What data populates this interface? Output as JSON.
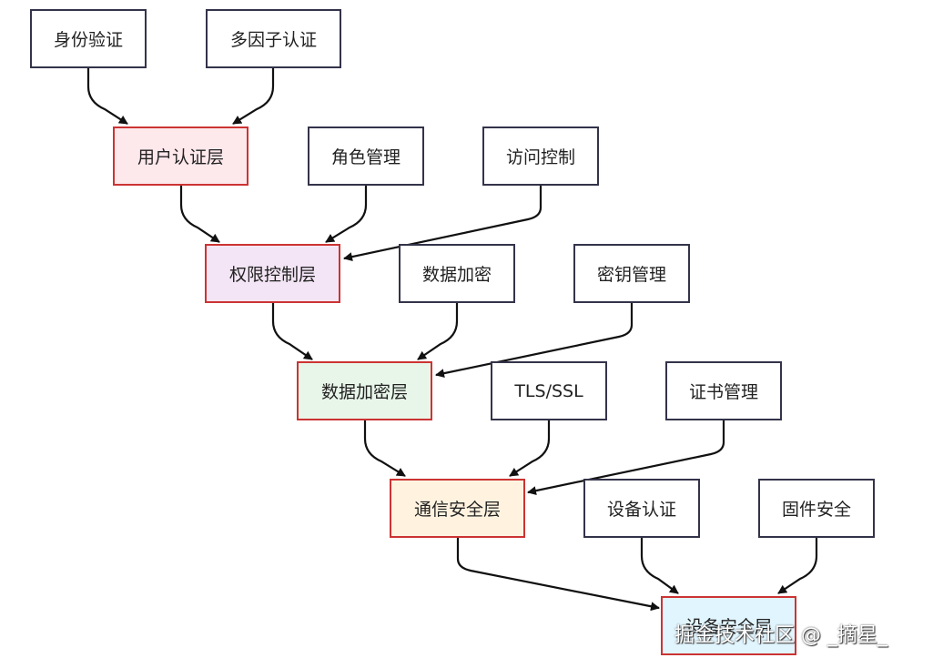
{
  "nodes": {
    "identity_auth": "身份验证",
    "mfa": "多因子认证",
    "user_auth_layer": "用户认证层",
    "role_mgmt": "角色管理",
    "access_ctrl": "访问控制",
    "perm_ctrl_layer": "权限控制层",
    "data_encrypt": "数据加密",
    "key_mgmt": "密钥管理",
    "data_encrypt_layer": "数据加密层",
    "tls_ssl": "TLS/SSL",
    "cert_mgmt": "证书管理",
    "comm_sec_layer": "通信安全层",
    "device_auth": "设备认证",
    "firmware_sec": "固件安全",
    "device_sec_layer": "设备安全层"
  },
  "layer_colors": {
    "user_auth_layer": "#fde8ec",
    "perm_ctrl_layer": "#f3e5f5",
    "data_encrypt_layer": "#e8f5e9",
    "comm_sec_layer": "#fff3e0",
    "device_sec_layer": "#e1f5fe",
    "layer_border": "#cc3333"
  },
  "edges": [
    [
      "identity_auth",
      "user_auth_layer"
    ],
    [
      "mfa",
      "user_auth_layer"
    ],
    [
      "user_auth_layer",
      "perm_ctrl_layer"
    ],
    [
      "role_mgmt",
      "perm_ctrl_layer"
    ],
    [
      "access_ctrl",
      "perm_ctrl_layer"
    ],
    [
      "perm_ctrl_layer",
      "data_encrypt_layer"
    ],
    [
      "data_encrypt",
      "data_encrypt_layer"
    ],
    [
      "key_mgmt",
      "data_encrypt_layer"
    ],
    [
      "data_encrypt_layer",
      "comm_sec_layer"
    ],
    [
      "tls_ssl",
      "comm_sec_layer"
    ],
    [
      "cert_mgmt",
      "comm_sec_layer"
    ],
    [
      "comm_sec_layer",
      "device_sec_layer"
    ],
    [
      "device_auth",
      "device_sec_layer"
    ],
    [
      "firmware_sec",
      "device_sec_layer"
    ]
  ],
  "watermark": "掘金技术社区 @ _摘星_"
}
